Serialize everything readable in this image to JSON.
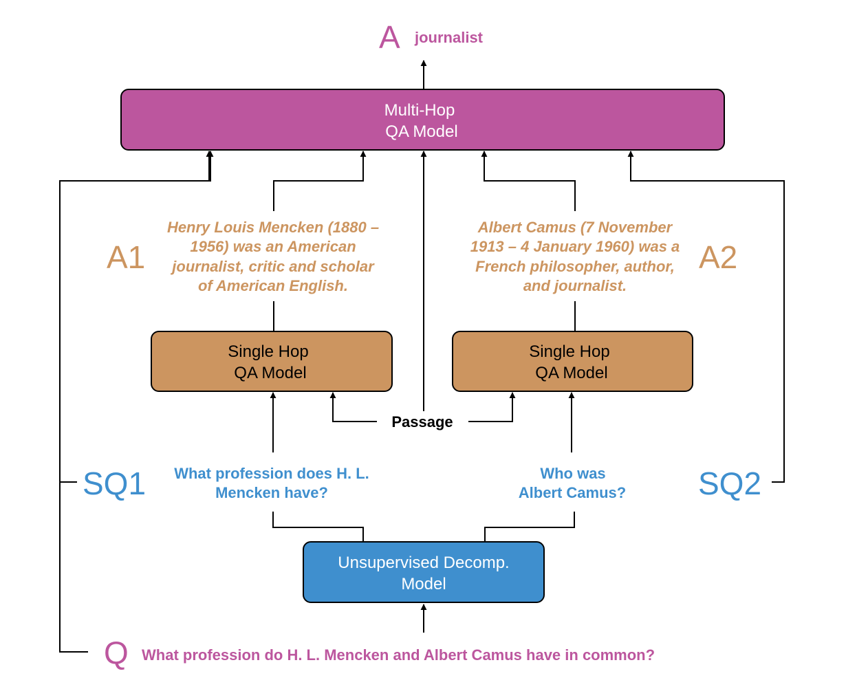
{
  "colors": {
    "magenta": "#BC569E",
    "brown": "#CC9560",
    "blue": "#3F8FCE",
    "stroke": "#000000"
  },
  "answer": {
    "letter": "A",
    "text": "journalist"
  },
  "multi_hop": {
    "line1": "Multi-Hop",
    "line2": "QA Model"
  },
  "a1": {
    "label": "A1",
    "lines": [
      "Henry Louis Mencken (1880 –",
      "1956) was an American",
      "journalist, critic and scholar",
      "of American English."
    ]
  },
  "a2": {
    "label": "A2",
    "lines": [
      "Albert Camus (7 November",
      "1913 – 4 January 1960) was a",
      "French philosopher, author,",
      "and journalist."
    ]
  },
  "single_hop_left": {
    "line1": "Single Hop",
    "line2": "QA Model"
  },
  "single_hop_right": {
    "line1": "Single Hop",
    "line2": "QA Model"
  },
  "passage": "Passage",
  "sq1": {
    "label": "SQ1",
    "lines": [
      "What profession does H. L.",
      "Mencken have?"
    ]
  },
  "sq2": {
    "label": "SQ2",
    "lines": [
      "Who was",
      "Albert Camus?"
    ]
  },
  "decomp": {
    "line1": "Unsupervised Decomp.",
    "line2": "Model"
  },
  "question": {
    "letter": "Q",
    "text": "What profession do H. L. Mencken and Albert Camus have in common?"
  }
}
